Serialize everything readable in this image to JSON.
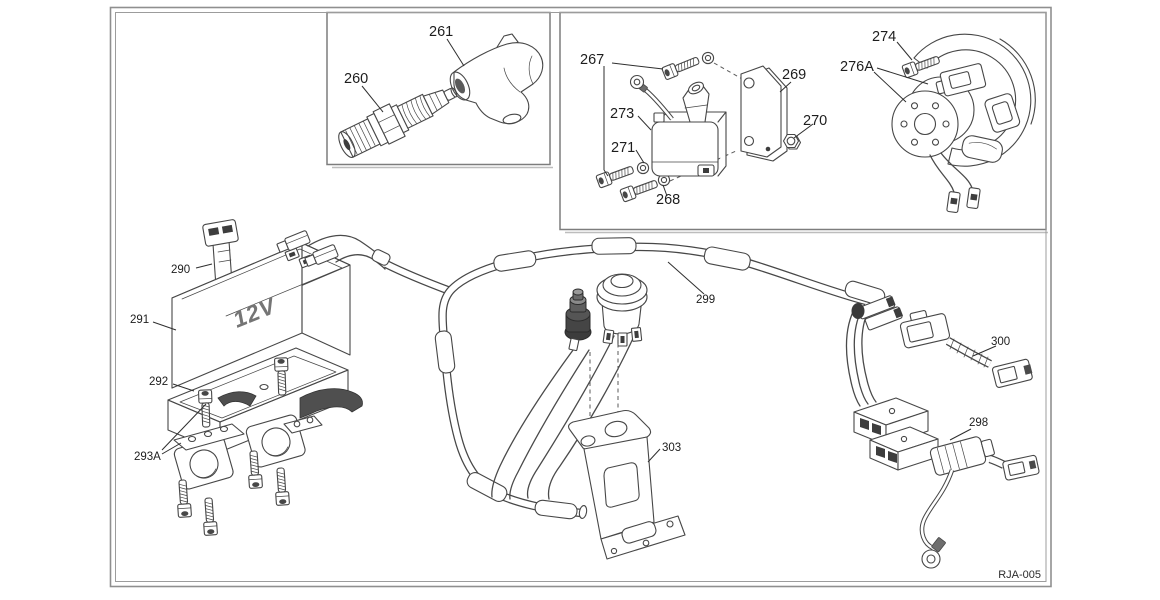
{
  "frame": {
    "drawing_number": "RJA-005"
  },
  "battery": {
    "voltage_label": "12V"
  },
  "labels": {
    "p260": "260",
    "p261": "261",
    "p267": "267",
    "p268": "268",
    "p269": "269",
    "p270": "270",
    "p271": "271",
    "p273": "273",
    "p274": "274",
    "p276A": "276A",
    "p290": "290",
    "p291": "291",
    "p292": "292",
    "p293A": "293A",
    "p298": "298",
    "p299": "299",
    "p300": "300",
    "p303": "303"
  }
}
